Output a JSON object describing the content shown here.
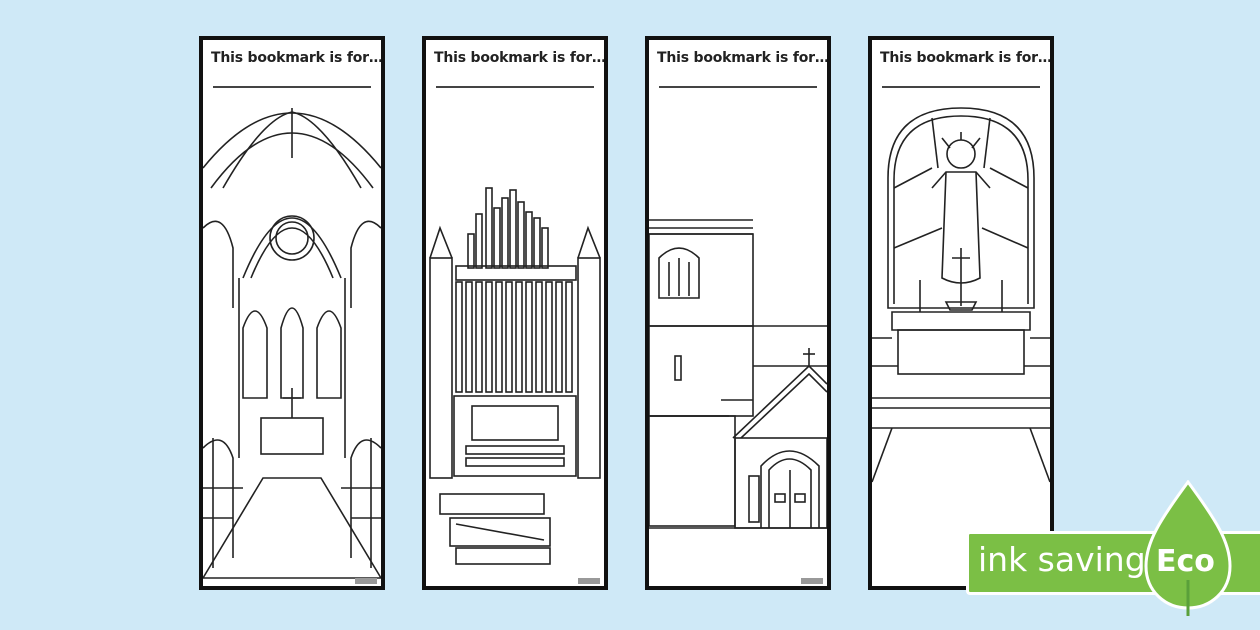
{
  "bookmarks": [
    {
      "title": "This bookmark is for…",
      "scene": "church-interior"
    },
    {
      "title": "This bookmark is for…",
      "scene": "pipe-organ"
    },
    {
      "title": "This bookmark is for…",
      "scene": "church-exterior"
    },
    {
      "title": "This bookmark is for…",
      "scene": "stained-glass-altar"
    }
  ],
  "badge": {
    "text": "ink saving",
    "leaf_text": "Eco",
    "color": "#7bbf45"
  },
  "colors": {
    "background": "#cfe9f7",
    "outline": "#111111"
  }
}
